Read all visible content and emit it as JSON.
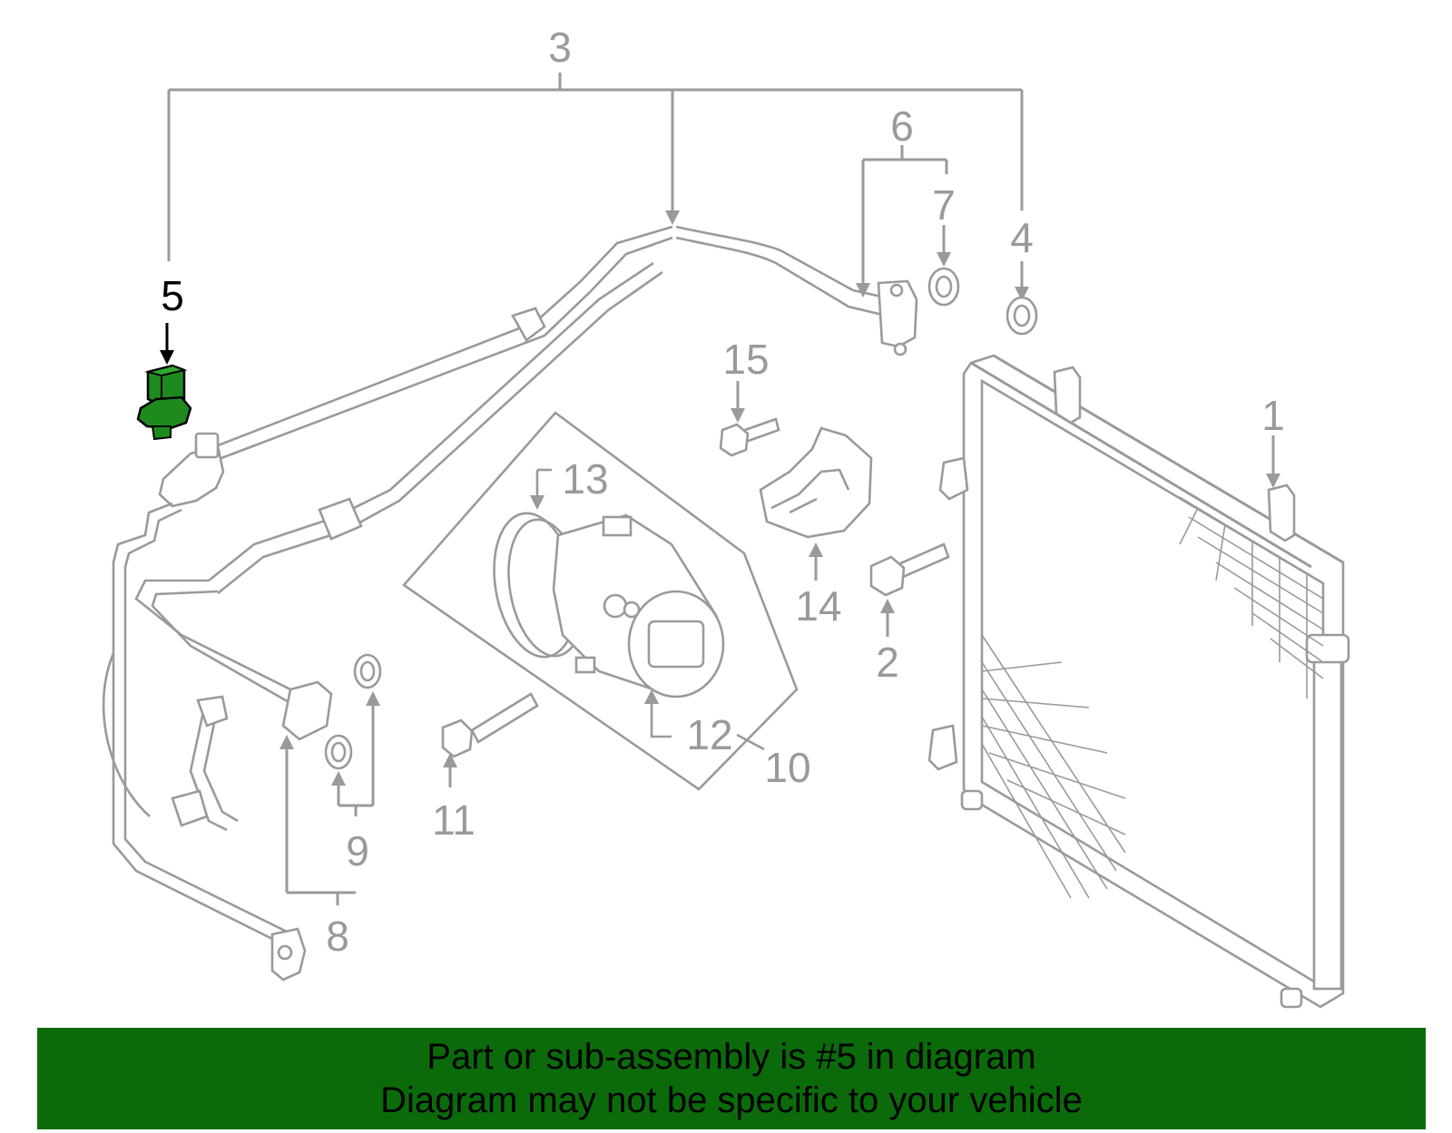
{
  "callouts": {
    "c1": "1",
    "c2": "2",
    "c3": "3",
    "c4": "4",
    "c5": "5",
    "c6": "6",
    "c7": "7",
    "c8": "8",
    "c9": "9",
    "c10": "10",
    "c11": "11",
    "c12": "12",
    "c13": "13",
    "c14": "14",
    "c15": "15"
  },
  "highlighted_part": "5",
  "colors": {
    "line": "#9a9a9a",
    "highlight_part": "#1e8a1e",
    "banner_bg": "#0b6b0b",
    "banner_text": "#000000"
  },
  "banner": {
    "line1": "Part or sub-assembly is #5 in diagram",
    "line2": "Diagram may not be specific to your vehicle"
  }
}
